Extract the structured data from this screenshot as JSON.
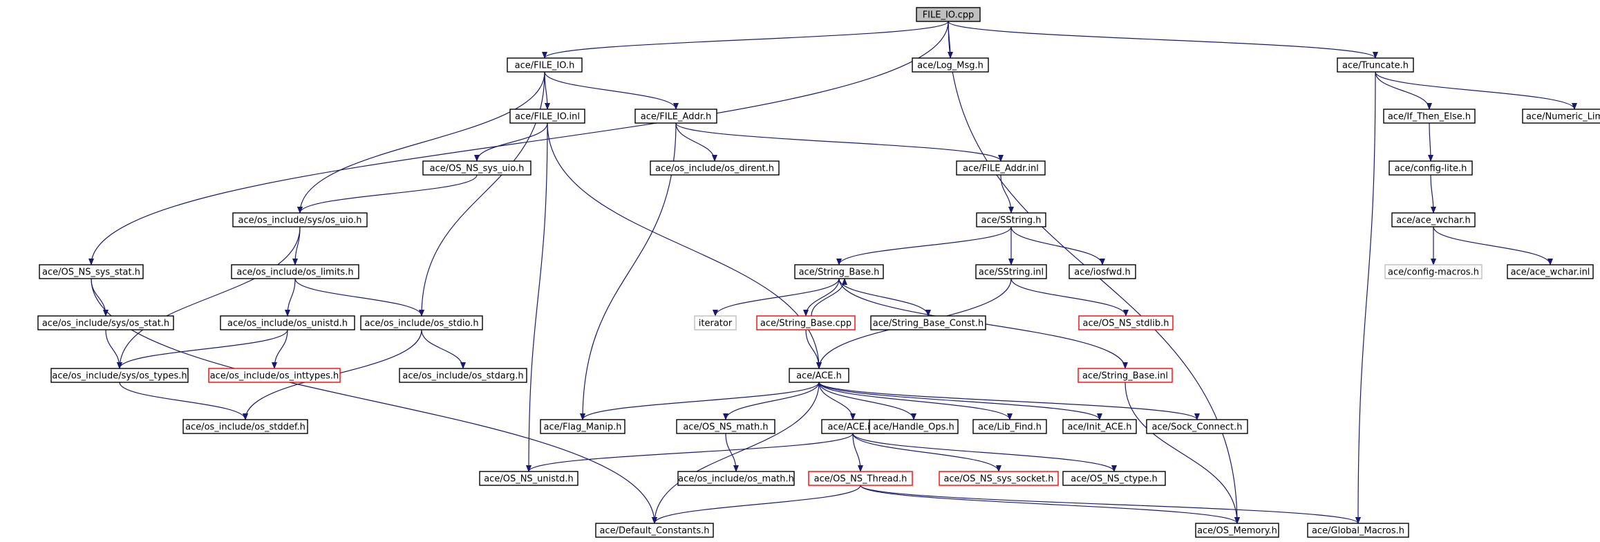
{
  "diagram": {
    "colors": {
      "edge": "#191970",
      "box_border": "#000000",
      "box_border_missing": "#ff0000",
      "box_border_external": "#bfbfbf",
      "root_fill": "#bfbfbf",
      "box_fill": "#ffffff"
    },
    "nodes": [
      {
        "id": "file_io_cpp",
        "label": "FILE_IO.cpp",
        "style": "root"
      },
      {
        "id": "file_io_h",
        "label": "ace/FILE_IO.h",
        "style": "normal"
      },
      {
        "id": "log_msg_h",
        "label": "ace/Log_Msg.h",
        "style": "normal"
      },
      {
        "id": "truncate_h",
        "label": "ace/Truncate.h",
        "style": "normal"
      },
      {
        "id": "file_io_inl",
        "label": "ace/FILE_IO.inl",
        "style": "normal"
      },
      {
        "id": "file_addr_h",
        "label": "ace/FILE_Addr.h",
        "style": "normal"
      },
      {
        "id": "if_then_else_h",
        "label": "ace/If_Then_Else.h",
        "style": "normal"
      },
      {
        "id": "numeric_limits_h",
        "label": "ace/Numeric_Limits.h",
        "style": "normal"
      },
      {
        "id": "os_ns_sys_uio_h",
        "label": "ace/OS_NS_sys_uio.h",
        "style": "normal"
      },
      {
        "id": "os_dirent_h",
        "label": "ace/os_include/os_dirent.h",
        "style": "normal"
      },
      {
        "id": "file_addr_inl",
        "label": "ace/FILE_Addr.inl",
        "style": "normal"
      },
      {
        "id": "config_lite_h",
        "label": "ace/config-lite.h",
        "style": "normal"
      },
      {
        "id": "sys_os_uio_h",
        "label": "ace/os_include/sys/os_uio.h",
        "style": "normal"
      },
      {
        "id": "sstring_h",
        "label": "ace/SString.h",
        "style": "normal"
      },
      {
        "id": "ace_wchar_h",
        "label": "ace/ace_wchar.h",
        "style": "normal"
      },
      {
        "id": "os_ns_sys_stat_h",
        "label": "ace/OS_NS_sys_stat.h",
        "style": "normal"
      },
      {
        "id": "os_limits_h",
        "label": "ace/os_include/os_limits.h",
        "style": "normal"
      },
      {
        "id": "string_base_h",
        "label": "ace/String_Base.h",
        "style": "normal"
      },
      {
        "id": "sstring_inl",
        "label": "ace/SString.inl",
        "style": "normal"
      },
      {
        "id": "iosfwd_h",
        "label": "ace/iosfwd.h",
        "style": "normal"
      },
      {
        "id": "config_macros_h",
        "label": "ace/config-macros.h",
        "style": "external"
      },
      {
        "id": "ace_wchar_inl",
        "label": "ace/ace_wchar.inl",
        "style": "normal"
      },
      {
        "id": "sys_os_stat_h",
        "label": "ace/os_include/sys/os_stat.h",
        "style": "normal"
      },
      {
        "id": "os_unistd_h",
        "label": "ace/os_include/os_unistd.h",
        "style": "normal"
      },
      {
        "id": "os_stdio_h",
        "label": "ace/os_include/os_stdio.h",
        "style": "normal"
      },
      {
        "id": "iterator",
        "label": "iterator",
        "style": "external"
      },
      {
        "id": "string_base_cpp",
        "label": "ace/String_Base.cpp",
        "style": "missing"
      },
      {
        "id": "string_base_const_h",
        "label": "ace/String_Base_Const.h",
        "style": "normal"
      },
      {
        "id": "os_ns_stdlib_h",
        "label": "ace/OS_NS_stdlib.h",
        "style": "missing"
      },
      {
        "id": "sys_os_types_h",
        "label": "ace/os_include/sys/os_types.h",
        "style": "normal"
      },
      {
        "id": "os_inttypes_h",
        "label": "ace/os_include/os_inttypes.h",
        "style": "missing"
      },
      {
        "id": "os_stdarg_h",
        "label": "ace/os_include/os_stdarg.h",
        "style": "normal"
      },
      {
        "id": "ace_h",
        "label": "ace/ACE.h",
        "style": "normal"
      },
      {
        "id": "string_base_inl",
        "label": "ace/String_Base.inl",
        "style": "missing"
      },
      {
        "id": "os_stddef_h",
        "label": "ace/os_include/os_stddef.h",
        "style": "normal"
      },
      {
        "id": "flag_manip_h",
        "label": "ace/Flag_Manip.h",
        "style": "normal"
      },
      {
        "id": "os_ns_math_h",
        "label": "ace/OS_NS_math.h",
        "style": "normal"
      },
      {
        "id": "ace_inl",
        "label": "ace/ACE.inl",
        "style": "normal"
      },
      {
        "id": "handle_ops_h",
        "label": "ace/Handle_Ops.h",
        "style": "normal"
      },
      {
        "id": "lib_find_h",
        "label": "ace/Lib_Find.h",
        "style": "normal"
      },
      {
        "id": "init_ace_h",
        "label": "ace/Init_ACE.h",
        "style": "normal"
      },
      {
        "id": "sock_connect_h",
        "label": "ace/Sock_Connect.h",
        "style": "normal"
      },
      {
        "id": "os_ns_unistd_h",
        "label": "ace/OS_NS_unistd.h",
        "style": "normal"
      },
      {
        "id": "os_math_h",
        "label": "ace/os_include/os_math.h",
        "style": "normal"
      },
      {
        "id": "os_ns_thread_h",
        "label": "ace/OS_NS_Thread.h",
        "style": "missing"
      },
      {
        "id": "os_ns_sys_socket_h",
        "label": "ace/OS_NS_sys_socket.h",
        "style": "missing"
      },
      {
        "id": "os_ns_ctype_h",
        "label": "ace/OS_NS_ctype.h",
        "style": "normal"
      },
      {
        "id": "default_constants_h",
        "label": "ace/Default_Constants.h",
        "style": "normal"
      },
      {
        "id": "os_memory_h",
        "label": "ace/OS_Memory.h",
        "style": "normal"
      },
      {
        "id": "global_macros_h",
        "label": "ace/Global_Macros.h",
        "style": "normal"
      }
    ],
    "edges": [
      [
        "file_io_cpp",
        "file_io_h"
      ],
      [
        "file_io_cpp",
        "log_msg_h"
      ],
      [
        "file_io_cpp",
        "truncate_h"
      ],
      [
        "file_io_cpp",
        "os_ns_sys_stat_h"
      ],
      [
        "file_io_cpp",
        "os_memory_h"
      ],
      [
        "file_io_h",
        "file_io_inl"
      ],
      [
        "file_io_h",
        "file_addr_h"
      ],
      [
        "file_io_h",
        "sys_os_uio_h"
      ],
      [
        "file_io_h",
        "os_stdio_h"
      ],
      [
        "file_io_inl",
        "os_ns_sys_uio_h"
      ],
      [
        "file_io_inl",
        "os_ns_unistd_h"
      ],
      [
        "file_io_inl",
        "ace_h"
      ],
      [
        "os_ns_sys_uio_h",
        "sys_os_uio_h"
      ],
      [
        "file_addr_h",
        "os_dirent_h"
      ],
      [
        "file_addr_h",
        "file_addr_inl"
      ],
      [
        "file_addr_h",
        "flag_manip_h"
      ],
      [
        "file_addr_inl",
        "sstring_h"
      ],
      [
        "sstring_h",
        "string_base_h"
      ],
      [
        "sstring_h",
        "sstring_inl"
      ],
      [
        "sstring_h",
        "iosfwd_h"
      ],
      [
        "sstring_inl",
        "ace_h"
      ],
      [
        "sstring_inl",
        "os_ns_stdlib_h"
      ],
      [
        "string_base_h",
        "iterator"
      ],
      [
        "string_base_h",
        "string_base_cpp"
      ],
      [
        "string_base_h",
        "string_base_const_h"
      ],
      [
        "string_base_h",
        "string_base_inl"
      ],
      [
        "string_base_cpp",
        "string_base_h"
      ],
      [
        "string_base_cpp",
        "ace_h"
      ],
      [
        "string_base_inl",
        "os_memory_h"
      ],
      [
        "sys_os_uio_h",
        "os_limits_h"
      ],
      [
        "sys_os_uio_h",
        "sys_os_types_h"
      ],
      [
        "os_limits_h",
        "os_unistd_h"
      ],
      [
        "os_limits_h",
        "os_stdio_h"
      ],
      [
        "os_unistd_h",
        "sys_os_types_h"
      ],
      [
        "os_unistd_h",
        "os_inttypes_h"
      ],
      [
        "os_stdio_h",
        "os_stdarg_h"
      ],
      [
        "os_stdio_h",
        "os_stddef_h"
      ],
      [
        "sys_os_types_h",
        "os_stddef_h"
      ],
      [
        "os_ns_sys_stat_h",
        "sys_os_stat_h"
      ],
      [
        "os_ns_sys_stat_h",
        "default_constants_h"
      ],
      [
        "sys_os_stat_h",
        "sys_os_types_h"
      ],
      [
        "ace_h",
        "flag_manip_h"
      ],
      [
        "ace_h",
        "os_ns_math_h"
      ],
      [
        "ace_h",
        "ace_inl"
      ],
      [
        "ace_h",
        "handle_ops_h"
      ],
      [
        "ace_h",
        "lib_find_h"
      ],
      [
        "ace_h",
        "init_ace_h"
      ],
      [
        "ace_h",
        "sock_connect_h"
      ],
      [
        "ace_h",
        "default_constants_h"
      ],
      [
        "os_ns_math_h",
        "os_math_h"
      ],
      [
        "ace_inl",
        "os_ns_unistd_h"
      ],
      [
        "ace_inl",
        "os_ns_thread_h"
      ],
      [
        "ace_inl",
        "os_ns_sys_socket_h"
      ],
      [
        "ace_inl",
        "os_ns_ctype_h"
      ],
      [
        "os_ns_thread_h",
        "default_constants_h"
      ],
      [
        "os_ns_thread_h",
        "os_memory_h"
      ],
      [
        "os_ns_thread_h",
        "global_macros_h"
      ],
      [
        "truncate_h",
        "if_then_else_h"
      ],
      [
        "truncate_h",
        "numeric_limits_h"
      ],
      [
        "truncate_h",
        "global_macros_h"
      ],
      [
        "if_then_else_h",
        "config_lite_h"
      ],
      [
        "config_lite_h",
        "ace_wchar_h"
      ],
      [
        "ace_wchar_h",
        "config_macros_h"
      ],
      [
        "ace_wchar_h",
        "ace_wchar_inl"
      ]
    ]
  }
}
